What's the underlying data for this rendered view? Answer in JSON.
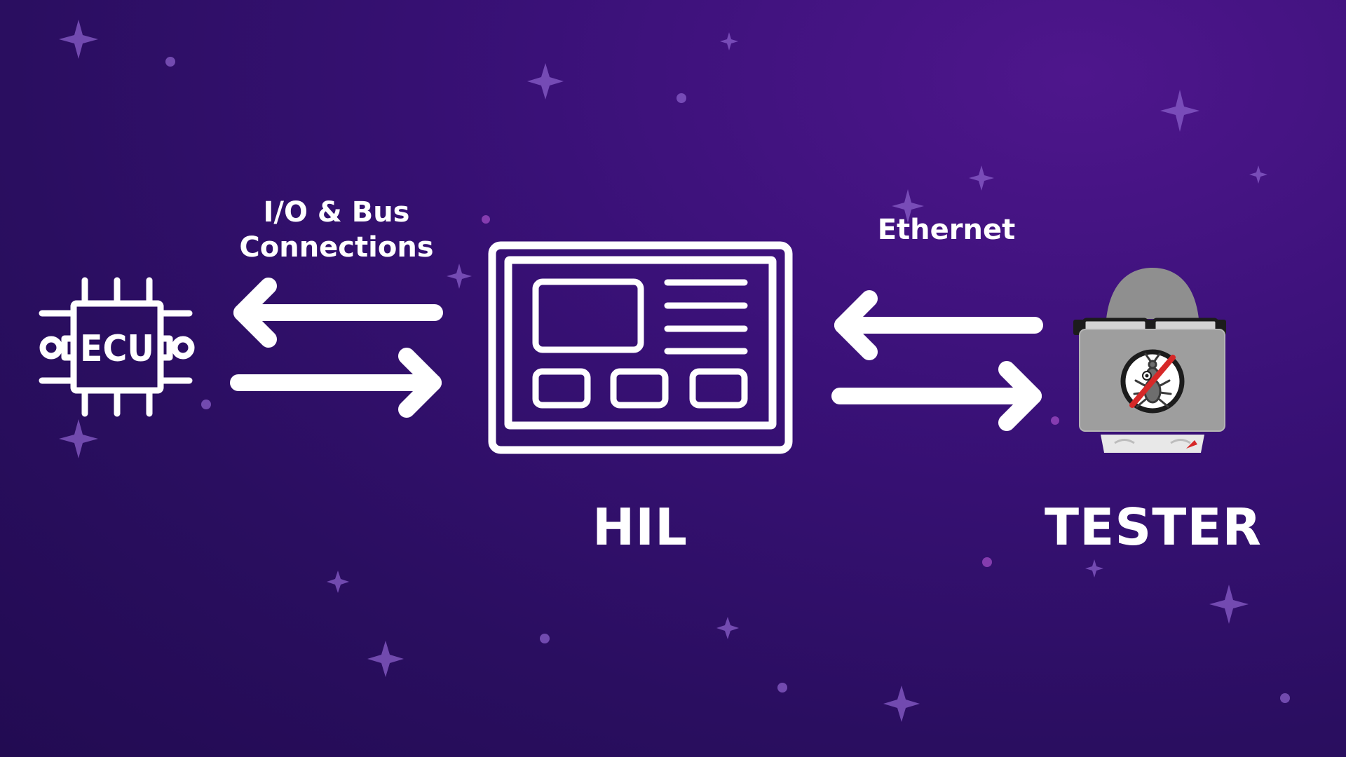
{
  "nodes": {
    "ecu": {
      "icon": "ecu-chip-icon",
      "text": "ECU"
    },
    "hil": {
      "icon": "hil-panel-icon",
      "label": "HIL"
    },
    "tester": {
      "icon": "tester-robot-icon",
      "label": "TESTER"
    }
  },
  "connections": {
    "io_bus": {
      "line1": "I/O & Bus",
      "line2": "Connections"
    },
    "ethernet": {
      "label": "Ethernet"
    }
  },
  "colors": {
    "background": "#2a0e60",
    "foreground": "#ffffff",
    "robot_gray": "#9a9a9a",
    "badge_red": "#d62828"
  }
}
